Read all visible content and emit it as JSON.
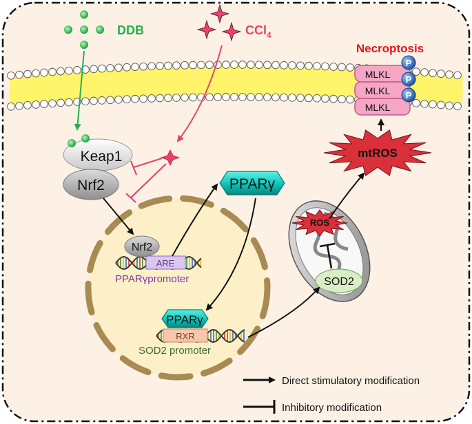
{
  "labels": {
    "ddb": "DDB",
    "ccl4_main": "CCl",
    "ccl4_sub": "4",
    "necroptosis": "Necroptosis",
    "mlkl": [
      "MLKL",
      "MLKL",
      "MLKL"
    ],
    "phospho": "P",
    "keap1": "Keap1",
    "nrf2": "Nrf2",
    "ppar_cyto": "PPARγ",
    "mtros": "mtROS",
    "ros": "ROS",
    "sod2": "SOD2",
    "nrf2_nuc": "Nrf2",
    "are": "ARE",
    "ppar_promoter": "PPARγpromoter",
    "ppar_nuc": "PPARγ",
    "rxr": "RXR",
    "sod2_promoter": "SOD2 promoter"
  },
  "legend": {
    "stimulatory": "Direct stimulatory modification",
    "inhibitory": "Inhibitory modification"
  },
  "colors": {
    "cell_fill": "#fdf1e6",
    "ddb_green": "#22b14c",
    "ccl4_pink": "#e8436b",
    "necroptosis_red": "#e8141b",
    "membrane_yellow": "#fff46a",
    "mlkl_pink": "#f4a6c4",
    "phospho_blue": "#2c6fbf",
    "ppar_teal": "#16c9c0",
    "mtros_red": "#d9303a",
    "nucleus_fill": "#fdf0c8",
    "nucleus_border": "#a88a52",
    "are_purple": "#dcc7f0",
    "rxr_salmon": "#f6c7ae",
    "sod2_green": "#d8eec6",
    "promoter_purple": "#7a3aa8",
    "sod2_promoter_green": "#3c6e2a"
  }
}
